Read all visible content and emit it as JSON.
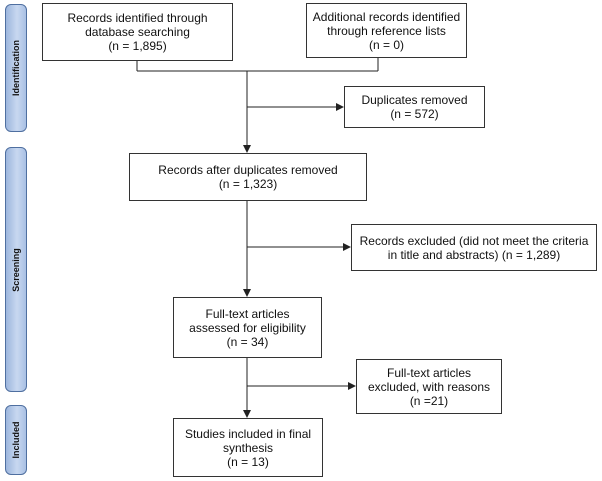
{
  "stages": {
    "identification": "Identification",
    "screening": "Screening",
    "included": "Included"
  },
  "boxes": {
    "database_search": [
      "Records identified through",
      "database searching",
      "(n = 1,895)"
    ],
    "reference_lists": [
      "Additional records identified",
      "through reference lists",
      "(n = 0)"
    ],
    "duplicates_removed": [
      "Duplicates removed",
      "(n = 572)"
    ],
    "after_duplicates": [
      "Records after duplicates removed",
      "(n = 1,323)"
    ],
    "records_excluded": [
      "Records excluded (did not meet the criteria",
      "in title and abstracts) (n = 1,289)"
    ],
    "fulltext_assessed": [
      "Full-text articles",
      "assessed for eligibility",
      "(n = 34)"
    ],
    "fulltext_excluded": [
      "Full-text articles",
      "excluded, with reasons",
      "(n =21)"
    ],
    "included_studies": [
      "Studies included in final",
      "synthesis",
      "(n = 13)"
    ]
  },
  "colors": {
    "stage_fill": "#b7cbe9",
    "stage_border": "#4f6fa0",
    "line": "#222222"
  }
}
